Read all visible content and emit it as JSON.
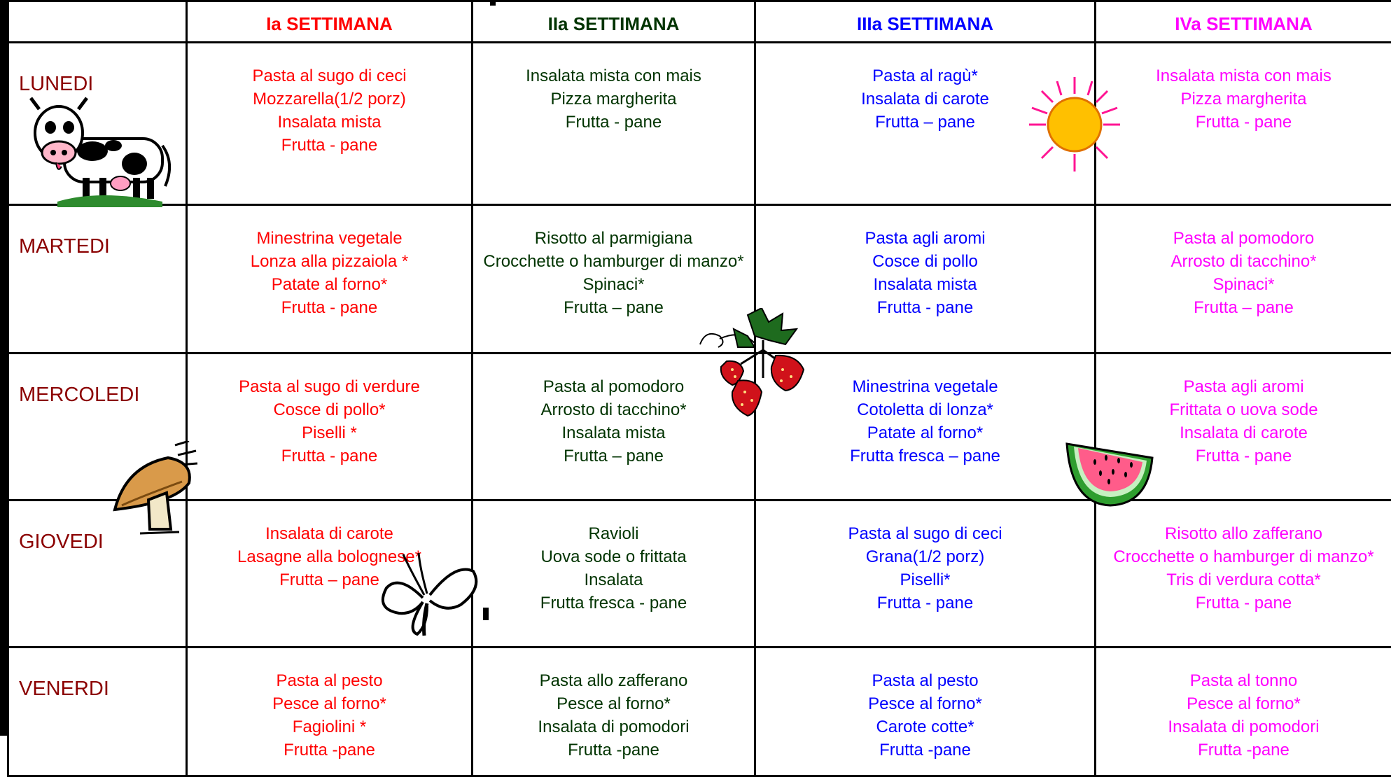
{
  "weeks": [
    "Ia SETTIMANA",
    "IIa  SETTIMANA",
    "IIIa  SETTIMANA",
    "IVa  SETTIMANA"
  ],
  "days": [
    {
      "name": "LUNEDI",
      "meals": [
        [
          "Pasta al sugo di ceci",
          "Mozzarella(1/2 porz)",
          "Insalata mista",
          "Frutta   - pane"
        ],
        [
          "Insalata mista con mais",
          "Pizza margherita",
          "Frutta   - pane"
        ],
        [
          "Pasta al ragù*",
          "Insalata di carote",
          "Frutta  – pane"
        ],
        [
          "Insalata mista con mais",
          "Pizza margherita",
          "Frutta   - pane"
        ]
      ]
    },
    {
      "name": "MARTEDI",
      "meals": [
        [
          "Minestrina vegetale",
          "Lonza alla pizzaiola *",
          "Patate al forno*",
          "Frutta  - pane"
        ],
        [
          "Risotto al parmigiana",
          "Crocchette o hamburger di manzo*",
          "Spinaci*",
          "Frutta  – pane"
        ],
        [
          "Pasta  agli aromi",
          " Cosce di pollo",
          "Insalata mista",
          "Frutta  - pane"
        ],
        [
          "Pasta al pomodoro",
          "Arrosto di tacchino*",
          "Spinaci*",
          "Frutta  – pane"
        ]
      ]
    },
    {
      "name": "MERCOLEDI",
      "meals": [
        [
          "Pasta al sugo di verdure",
          "Cosce di pollo*",
          "Piselli *",
          "Frutta - pane"
        ],
        [
          "Pasta al pomodoro",
          "Arrosto di tacchino*",
          "Insalata mista",
          "Frutta  – pane"
        ],
        [
          "Minestrina vegetale",
          "Cotoletta di lonza*",
          "Patate al forno*",
          "Frutta fresca – pane"
        ],
        [
          "Pasta agli aromi",
          "Frittata o uova sode",
          "Insalata di carote",
          "Frutta  - pane"
        ]
      ]
    },
    {
      "name": "GIOVEDI",
      "meals": [
        [
          "Insalata di carote",
          "Lasagne alla bolognese*",
          "Frutta  – pane"
        ],
        [
          "Ravioli",
          "Uova sode o frittata",
          "Insalata",
          "Frutta fresca - pane"
        ],
        [
          "Pasta al sugo di ceci",
          "Grana(1/2 porz)",
          "Piselli*",
          "Frutta  - pane"
        ],
        [
          "Risotto allo zafferano",
          "Crocchette o hamburger di manzo*",
          "Tris di verdura  cotta*",
          "Frutta  - pane"
        ]
      ]
    },
    {
      "name": "VENERDI",
      "meals": [
        [
          "Pasta al pesto",
          "Pesce al forno*",
          "Fagiolini *",
          "Frutta -pane"
        ],
        [
          "Pasta allo zafferano",
          "Pesce al forno*",
          "Insalata di pomodori",
          "Frutta -pane"
        ],
        [
          "Pasta al pesto",
          "Pesce al forno*",
          "Carote cotte*",
          "Frutta -pane"
        ],
        [
          "Pasta al tonno",
          "Pesce al forno*",
          "Insalata di pomodori",
          "Frutta -pane"
        ]
      ]
    }
  ],
  "colors": {
    "week1": "#ff0000",
    "week2": "#003300",
    "week3": "#0000ff",
    "week4": "#ff00ff",
    "day": "#8b0000"
  },
  "icons": [
    "cow-icon",
    "sun-icon",
    "strawberry-icon",
    "mushroom-icon",
    "butterfly-icon",
    "watermelon-icon"
  ]
}
